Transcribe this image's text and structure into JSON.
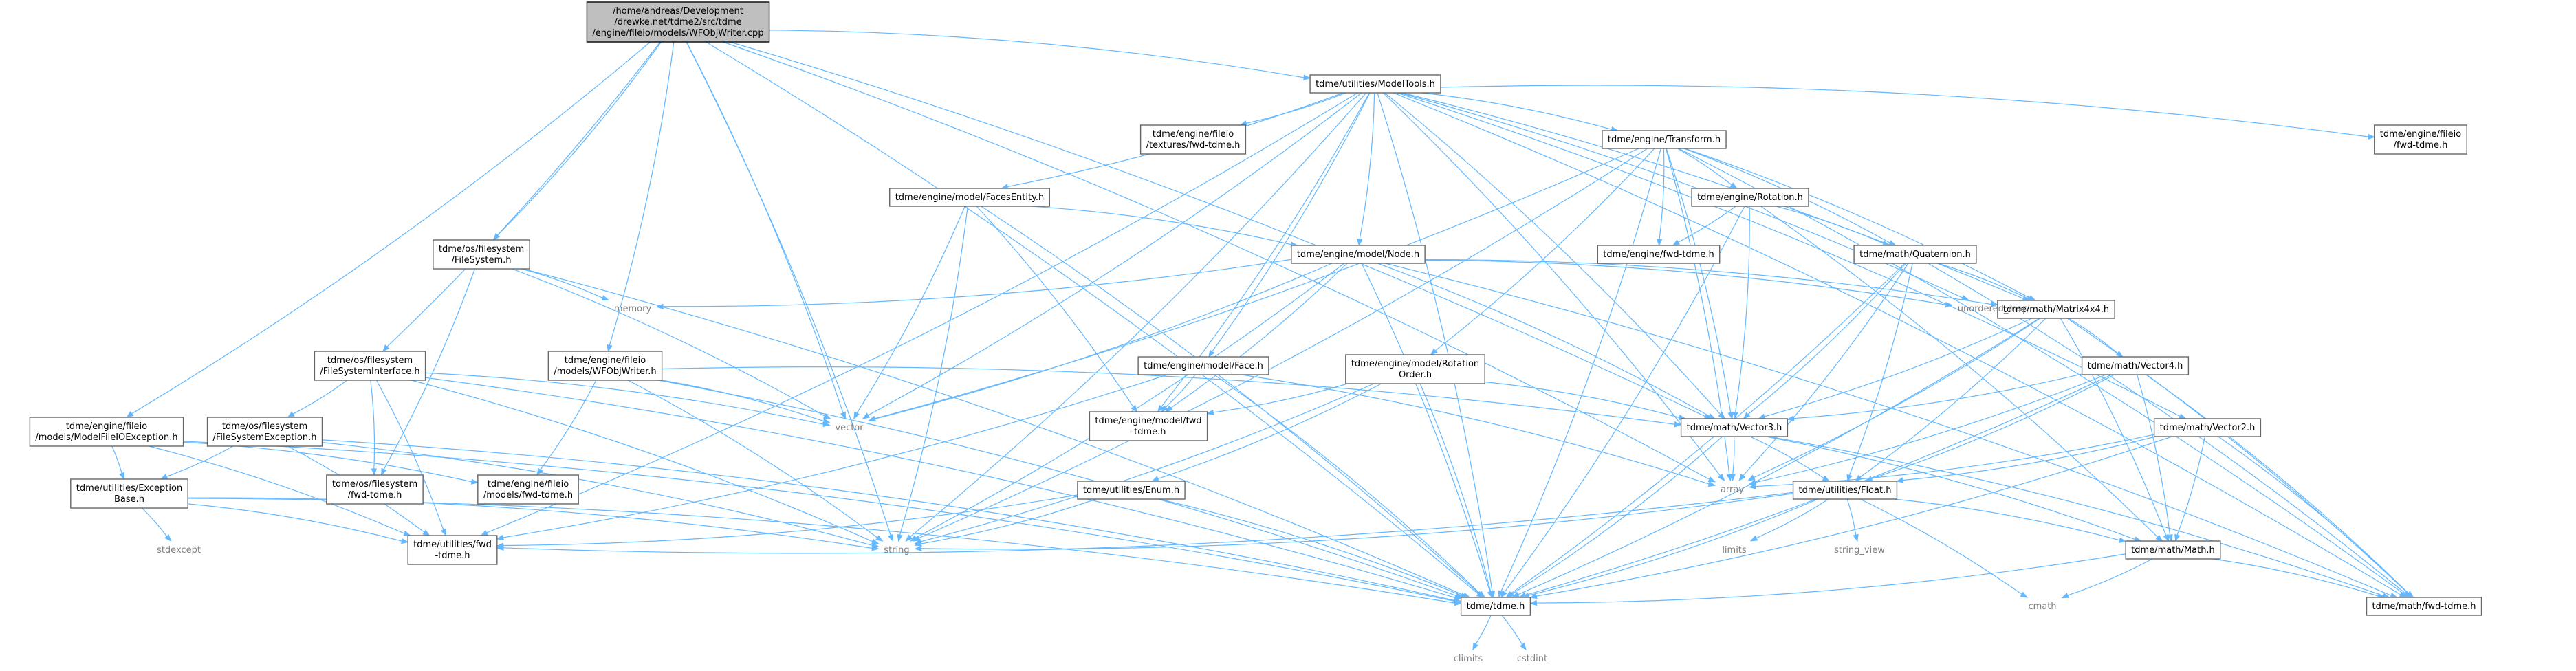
{
  "graph": {
    "nodes": [
      {
        "id": "root",
        "lines": [
          "/home/andreas/Development",
          "/drewke.net/tdme2/src/tdme",
          "/engine/fileio/models/WFObjWriter.cpp"
        ],
        "kind": "root"
      },
      {
        "id": "modeltools",
        "lines": [
          "tdme/utilities/ModelTools.h"
        ],
        "kind": "file"
      },
      {
        "id": "os_fs",
        "lines": [
          "tdme/os/filesystem",
          "/FileSystem.h"
        ],
        "kind": "file"
      },
      {
        "id": "os_fsi",
        "lines": [
          "tdme/os/filesystem",
          "/FileSystemInterface.h"
        ],
        "kind": "file"
      },
      {
        "id": "wfobjh",
        "lines": [
          "tdme/engine/fileio",
          "/models/WFObjWriter.h"
        ],
        "kind": "file"
      },
      {
        "id": "mfioe",
        "lines": [
          "tdme/engine/fileio",
          "/models/ModelFileIOException.h"
        ],
        "kind": "file"
      },
      {
        "id": "fsexc",
        "lines": [
          "tdme/os/filesystem",
          "/FileSystemException.h"
        ],
        "kind": "file"
      },
      {
        "id": "excbase",
        "lines": [
          "tdme/utilities/Exception",
          "Base.h"
        ],
        "kind": "file"
      },
      {
        "id": "osfwd",
        "lines": [
          "tdme/os/filesystem",
          "/fwd-tdme.h"
        ],
        "kind": "file"
      },
      {
        "id": "modelsfwd",
        "lines": [
          "tdme/engine/fileio",
          "/models/fwd-tdme.h"
        ],
        "kind": "file"
      },
      {
        "id": "utilfwd",
        "lines": [
          "tdme/utilities/fwd",
          "-tdme.h"
        ],
        "kind": "file"
      },
      {
        "id": "texfwd",
        "lines": [
          "tdme/engine/fileio",
          "/textures/fwd-tdme.h"
        ],
        "kind": "file"
      },
      {
        "id": "transform",
        "lines": [
          "tdme/engine/Transform.h"
        ],
        "kind": "file"
      },
      {
        "id": "facesentity",
        "lines": [
          "tdme/engine/model/FacesEntity.h"
        ],
        "kind": "file"
      },
      {
        "id": "node",
        "lines": [
          "tdme/engine/model/Node.h"
        ],
        "kind": "file"
      },
      {
        "id": "rotation",
        "lines": [
          "tdme/engine/Rotation.h"
        ],
        "kind": "file"
      },
      {
        "id": "enginefwd",
        "lines": [
          "tdme/engine/fwd-tdme.h"
        ],
        "kind": "file"
      },
      {
        "id": "quat",
        "lines": [
          "tdme/math/Quaternion.h"
        ],
        "kind": "file"
      },
      {
        "id": "mat4",
        "lines": [
          "tdme/math/Matrix4x4.h"
        ],
        "kind": "file"
      },
      {
        "id": "face",
        "lines": [
          "tdme/engine/model/Face.h"
        ],
        "kind": "file"
      },
      {
        "id": "rotorder",
        "lines": [
          "tdme/engine/model/Rotation",
          "Order.h"
        ],
        "kind": "file"
      },
      {
        "id": "modelfwd",
        "lines": [
          "tdme/engine/model/fwd",
          "-tdme.h"
        ],
        "kind": "file"
      },
      {
        "id": "vec3",
        "lines": [
          "tdme/math/Vector3.h"
        ],
        "kind": "file"
      },
      {
        "id": "vec4",
        "lines": [
          "tdme/math/Vector4.h"
        ],
        "kind": "file"
      },
      {
        "id": "vec2",
        "lines": [
          "tdme/math/Vector2.h"
        ],
        "kind": "file"
      },
      {
        "id": "float",
        "lines": [
          "tdme/utilities/Float.h"
        ],
        "kind": "file"
      },
      {
        "id": "enum",
        "lines": [
          "tdme/utilities/Enum.h"
        ],
        "kind": "file"
      },
      {
        "id": "mathh",
        "lines": [
          "tdme/math/Math.h"
        ],
        "kind": "file"
      },
      {
        "id": "tdmeh",
        "lines": [
          "tdme/tdme.h"
        ],
        "kind": "file"
      },
      {
        "id": "mathfwd",
        "lines": [
          "tdme/math/fwd-tdme.h"
        ],
        "kind": "file"
      },
      {
        "id": "fileiofwd",
        "lines": [
          "tdme/engine/fileio",
          "/fwd-tdme.h"
        ],
        "kind": "file"
      },
      {
        "id": "memory",
        "lines": [
          "memory"
        ],
        "kind": "sys"
      },
      {
        "id": "vector",
        "lines": [
          "vector"
        ],
        "kind": "sys"
      },
      {
        "id": "string",
        "lines": [
          "string"
        ],
        "kind": "sys"
      },
      {
        "id": "array",
        "lines": [
          "array"
        ],
        "kind": "sys"
      },
      {
        "id": "umap",
        "lines": [
          "unordered_map"
        ],
        "kind": "sys"
      },
      {
        "id": "stdexcept",
        "lines": [
          "stdexcept"
        ],
        "kind": "sys"
      },
      {
        "id": "limits",
        "lines": [
          "limits"
        ],
        "kind": "sys"
      },
      {
        "id": "string_view",
        "lines": [
          "string_view"
        ],
        "kind": "sys"
      },
      {
        "id": "cmath",
        "lines": [
          "cmath"
        ],
        "kind": "sys"
      },
      {
        "id": "climits",
        "lines": [
          "climits"
        ],
        "kind": "sys"
      },
      {
        "id": "cstdint",
        "lines": [
          "cstdint"
        ],
        "kind": "sys"
      }
    ],
    "edges": [
      [
        "root",
        "modeltools"
      ],
      [
        "root",
        "os_fs"
      ],
      [
        "root",
        "os_fsi"
      ],
      [
        "root",
        "wfobjh"
      ],
      [
        "root",
        "mfioe"
      ],
      [
        "root",
        "string"
      ],
      [
        "root",
        "vector"
      ],
      [
        "root",
        "array"
      ],
      [
        "root",
        "tdmeh"
      ],
      [
        "root",
        "vec3"
      ],
      [
        "modeltools",
        "texfwd"
      ],
      [
        "modeltools",
        "transform"
      ],
      [
        "modeltools",
        "facesentity"
      ],
      [
        "modeltools",
        "node"
      ],
      [
        "modeltools",
        "face"
      ],
      [
        "modeltools",
        "fileiofwd"
      ],
      [
        "modeltools",
        "vec3"
      ],
      [
        "modeltools",
        "mat4"
      ],
      [
        "modeltools",
        "vec2"
      ],
      [
        "modeltools",
        "umap"
      ],
      [
        "modeltools",
        "string"
      ],
      [
        "modeltools",
        "vector"
      ],
      [
        "modeltools",
        "array"
      ],
      [
        "modeltools",
        "tdmeh"
      ],
      [
        "modeltools",
        "mathfwd"
      ],
      [
        "modeltools",
        "utilfwd"
      ],
      [
        "modeltools",
        "modelfwd"
      ],
      [
        "transform",
        "rotation"
      ],
      [
        "transform",
        "enginefwd"
      ],
      [
        "transform",
        "quat"
      ],
      [
        "transform",
        "mat4"
      ],
      [
        "transform",
        "vec3"
      ],
      [
        "transform",
        "rotorder"
      ],
      [
        "transform",
        "vector"
      ],
      [
        "transform",
        "string"
      ],
      [
        "transform",
        "tdmeh"
      ],
      [
        "transform",
        "mathfwd"
      ],
      [
        "transform",
        "array"
      ],
      [
        "facesentity",
        "node"
      ],
      [
        "facesentity",
        "modelfwd"
      ],
      [
        "facesentity",
        "vector"
      ],
      [
        "facesentity",
        "string"
      ],
      [
        "facesentity",
        "tdmeh"
      ],
      [
        "node",
        "memory"
      ],
      [
        "node",
        "umap"
      ],
      [
        "node",
        "mat4"
      ],
      [
        "node",
        "vec3"
      ],
      [
        "node",
        "modelfwd"
      ],
      [
        "node",
        "vector"
      ],
      [
        "node",
        "string"
      ],
      [
        "node",
        "tdmeh"
      ],
      [
        "node",
        "mathfwd"
      ],
      [
        "rotation",
        "enginefwd"
      ],
      [
        "rotation",
        "quat"
      ],
      [
        "rotation",
        "vec3"
      ],
      [
        "rotation",
        "tdmeh"
      ],
      [
        "rotation",
        "mathh"
      ],
      [
        "quat",
        "mat4"
      ],
      [
        "quat",
        "vec3"
      ],
      [
        "quat",
        "float"
      ],
      [
        "quat",
        "array"
      ],
      [
        "quat",
        "tdmeh"
      ],
      [
        "quat",
        "mathfwd"
      ],
      [
        "mat4",
        "vec4"
      ],
      [
        "mat4",
        "vec3"
      ],
      [
        "mat4",
        "mathh"
      ],
      [
        "mat4",
        "array"
      ],
      [
        "mat4",
        "tdmeh"
      ],
      [
        "mat4",
        "mathfwd"
      ],
      [
        "mat4",
        "float"
      ],
      [
        "face",
        "modelfwd"
      ],
      [
        "face",
        "array"
      ],
      [
        "face",
        "tdmeh"
      ],
      [
        "face",
        "utilfwd"
      ],
      [
        "rotorder",
        "vec3"
      ],
      [
        "rotorder",
        "enum"
      ],
      [
        "rotorder",
        "string"
      ],
      [
        "rotorder",
        "tdmeh"
      ],
      [
        "rotorder",
        "modelfwd"
      ],
      [
        "vec4",
        "vec3"
      ],
      [
        "vec4",
        "mathh"
      ],
      [
        "vec4",
        "float"
      ],
      [
        "vec4",
        "array"
      ],
      [
        "vec4",
        "tdmeh"
      ],
      [
        "vec4",
        "mathfwd"
      ],
      [
        "vec2",
        "mathh"
      ],
      [
        "vec2",
        "float"
      ],
      [
        "vec2",
        "array"
      ],
      [
        "vec2",
        "tdmeh"
      ],
      [
        "vec2",
        "mathfwd"
      ],
      [
        "vec3",
        "mathh"
      ],
      [
        "vec3",
        "float"
      ],
      [
        "vec3",
        "array"
      ],
      [
        "vec3",
        "tdmeh"
      ],
      [
        "vec3",
        "mathfwd"
      ],
      [
        "float",
        "mathh"
      ],
      [
        "float",
        "limits"
      ],
      [
        "float",
        "string"
      ],
      [
        "float",
        "string_view"
      ],
      [
        "float",
        "tdmeh"
      ],
      [
        "float",
        "cmath"
      ],
      [
        "float",
        "utilfwd"
      ],
      [
        "enum",
        "string"
      ],
      [
        "enum",
        "tdmeh"
      ],
      [
        "enum",
        "utilfwd"
      ],
      [
        "mathh",
        "cmath"
      ],
      [
        "mathh",
        "tdmeh"
      ],
      [
        "mathh",
        "mathfwd"
      ],
      [
        "tdmeh",
        "climits"
      ],
      [
        "tdmeh",
        "cstdint"
      ],
      [
        "os_fs",
        "memory"
      ],
      [
        "os_fs",
        "osfwd"
      ],
      [
        "os_fs",
        "vector"
      ],
      [
        "os_fs",
        "tdmeh"
      ],
      [
        "os_fsi",
        "fsexc"
      ],
      [
        "os_fsi",
        "osfwd"
      ],
      [
        "os_fsi",
        "utilfwd"
      ],
      [
        "os_fsi",
        "vector"
      ],
      [
        "os_fsi",
        "string"
      ],
      [
        "os_fsi",
        "tdmeh"
      ],
      [
        "fsexc",
        "excbase"
      ],
      [
        "fsexc",
        "utilfwd"
      ],
      [
        "fsexc",
        "tdmeh"
      ],
      [
        "fsexc",
        "string"
      ],
      [
        "excbase",
        "stdexcept"
      ],
      [
        "excbase",
        "string"
      ],
      [
        "excbase",
        "tdmeh"
      ],
      [
        "excbase",
        "utilfwd"
      ],
      [
        "wfobjh",
        "modelsfwd"
      ],
      [
        "wfobjh",
        "vec3"
      ],
      [
        "wfobjh",
        "vector"
      ],
      [
        "wfobjh",
        "string"
      ],
      [
        "wfobjh",
        "tdmeh"
      ],
      [
        "mfioe",
        "excbase"
      ],
      [
        "mfioe",
        "modelsfwd"
      ],
      [
        "mfioe",
        "utilfwd"
      ],
      [
        "mfioe",
        "tdmeh"
      ]
    ]
  }
}
